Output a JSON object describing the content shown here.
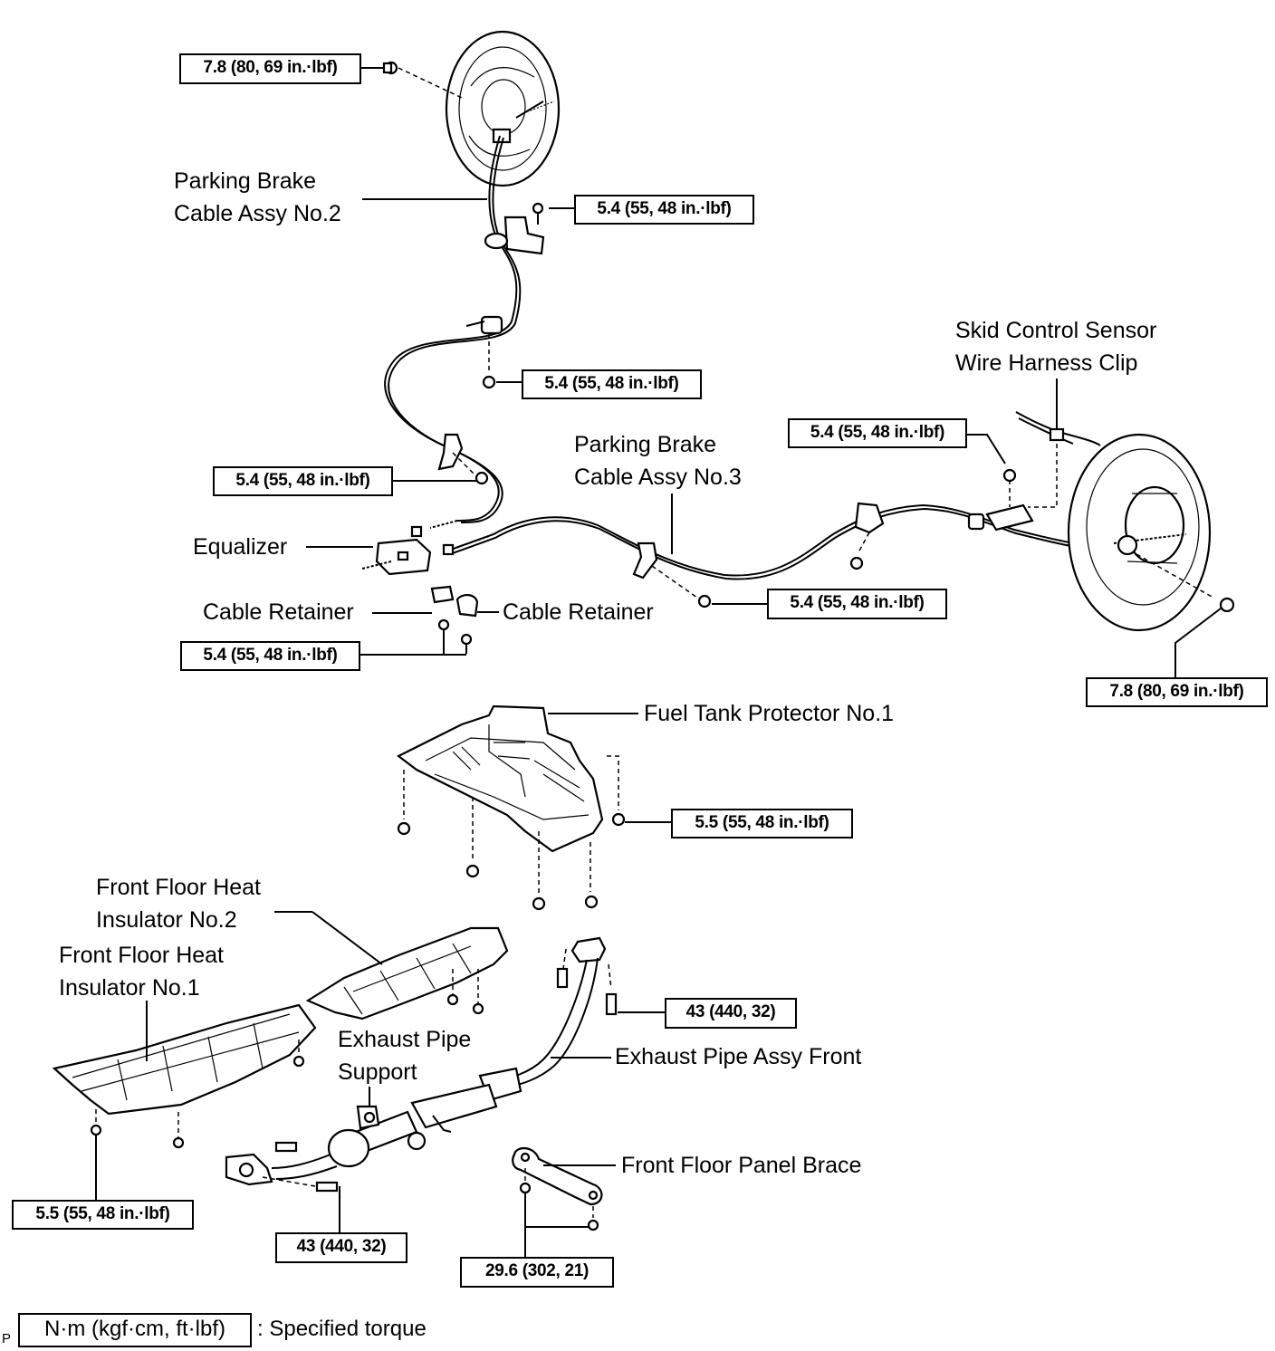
{
  "diagram": {
    "labels": {
      "pb_cable_no2": [
        "Parking Brake",
        "Cable Assy No.2"
      ],
      "skid_sensor": [
        "Skid Control Sensor",
        "Wire Harness Clip"
      ],
      "pb_cable_no3": [
        "Parking Brake",
        "Cable Assy No.3"
      ],
      "equalizer": "Equalizer",
      "cable_retainer_left": "Cable Retainer",
      "cable_retainer_right": "Cable Retainer",
      "fuel_tank_protector": "Fuel Tank Protector No.1",
      "ffhi_no2": [
        "Front Floor Heat",
        "Insulator No.2"
      ],
      "ffhi_no1": [
        "Front Floor Heat",
        "Insulator No.1"
      ],
      "exhaust_support": [
        "Exhaust Pipe",
        "Support"
      ],
      "exhaust_front": "Exhaust Pipe Assy Front",
      "floor_brace": "Front Floor Panel Brace"
    },
    "torques": {
      "top_left": "7.8 (80, 69 in.·lbf)",
      "cable2_bracket": "5.4 (55, 48 in.·lbf)",
      "cable2_mid": "5.4 (55, 48 in.·lbf)",
      "cable2_lower": "5.4 (55, 48 in.·lbf)",
      "retainer": "5.4 (55, 48 in.·lbf)",
      "skid_clip": "5.4 (55, 48 in.·lbf)",
      "cable3_bracket": "5.4 (55, 48 in.·lbf)",
      "right_brake": "7.8 (80, 69 in.·lbf)",
      "fuel_protector": "5.5 (55, 48 in.·lbf)",
      "insulator": "5.5 (55, 48 in.·lbf)",
      "exhaust_flange_upper": "43 (440, 32)",
      "exhaust_flange_lower": "43 (440, 32)",
      "brace": "29.6 (302, 21)"
    },
    "legend": {
      "unit": "N·m (kgf·cm, ft·lbf)",
      "caption": ": Specified torque",
      "ref_mark": "P"
    }
  }
}
